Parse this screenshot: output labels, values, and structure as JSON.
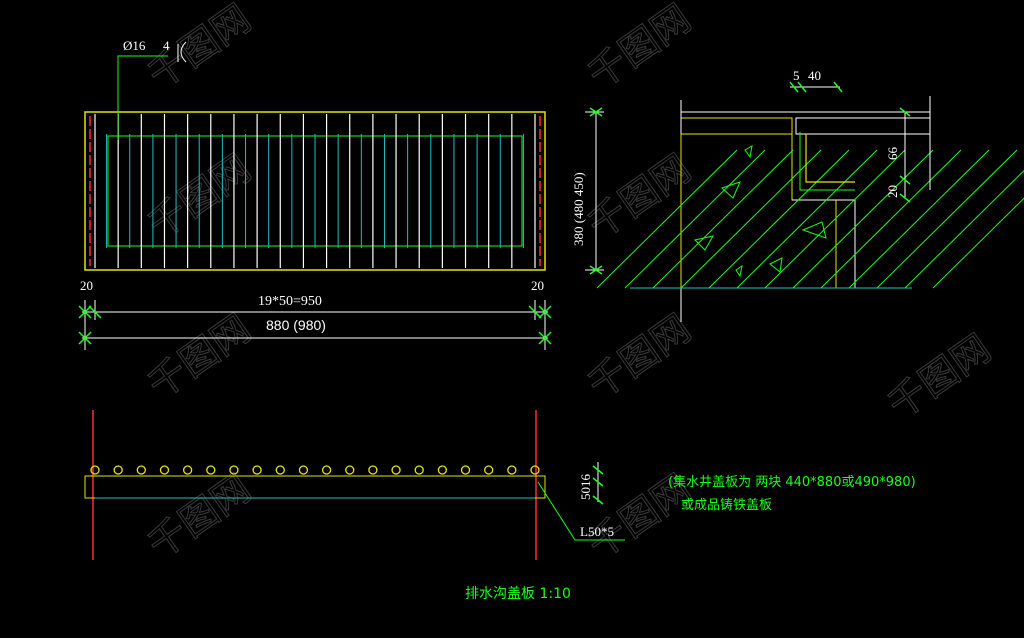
{
  "plan": {
    "bar_dia": "Ø16",
    "bar_size": "4",
    "left_margin": "20",
    "right_margin": "20",
    "spacing": "19*50=950",
    "overall": "880 (980)",
    "height": "380 (480 450)"
  },
  "section": {
    "top_a": "5",
    "top_b": "40",
    "dim_a": "66",
    "dim_b": "20"
  },
  "elevation": {
    "thk": "5016",
    "angle": "L50*5"
  },
  "note": {
    "line1": "(集水井盖板为 两块 440*880或490*980)",
    "line2": "或成品铸铁盖板"
  },
  "title": "排水沟盖板 1:10",
  "watermark": "千图网",
  "colors": {
    "background": "#000000",
    "white": "#ffffff",
    "green": "#19ff19",
    "yellow": "#e6e600",
    "cyan": "#20c0c0",
    "red": "#ff2a2a"
  }
}
